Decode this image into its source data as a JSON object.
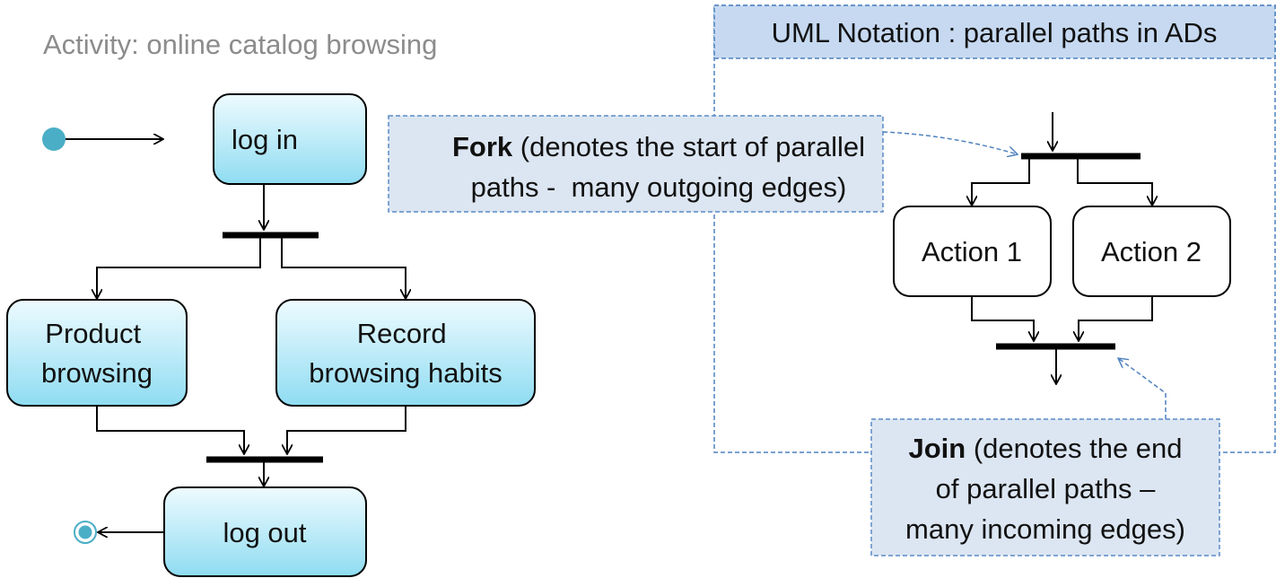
{
  "diagram": {
    "title": "Activity: online catalog browsing",
    "left_activity": {
      "nodes": {
        "login": "log in",
        "product_browsing": [
          "Product",
          "browsing"
        ],
        "record_habits": [
          "Record",
          "browsing habits"
        ],
        "logout": "log out"
      }
    },
    "notation_panel": {
      "header": "UML Notation :  parallel paths in ADs",
      "action1": "Action 1",
      "action2": "Action 2"
    },
    "fork_note": {
      "keyword": "Fork",
      "line1_rest": " (denotes the start of parallel",
      "line2": "paths -  many outgoing edges)"
    },
    "join_note": {
      "keyword": "Join",
      "line1_rest": " (denotes the end",
      "line2": "of parallel paths –",
      "line3": "many incoming edges)"
    },
    "colors": {
      "action_fill_top": "#eefbff",
      "action_fill_bottom": "#8fdcf2",
      "node_dot": "#4aaec6",
      "note_fill": "#dce6f2",
      "note_border": "#5a8ac6",
      "panel_header_fill": "#c6d9f1"
    }
  }
}
